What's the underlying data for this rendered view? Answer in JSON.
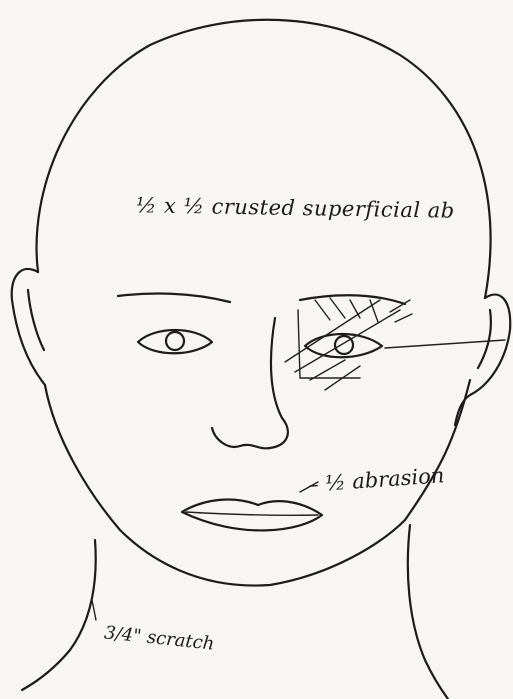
{
  "annotations": {
    "forehead": "½ x ½ crusted superficial ab",
    "cheek": "– ½ abrasion",
    "neck": "3/4\" scratch"
  },
  "colors": {
    "ink": "#1c1c1c",
    "paper": "#f7f6f2"
  }
}
